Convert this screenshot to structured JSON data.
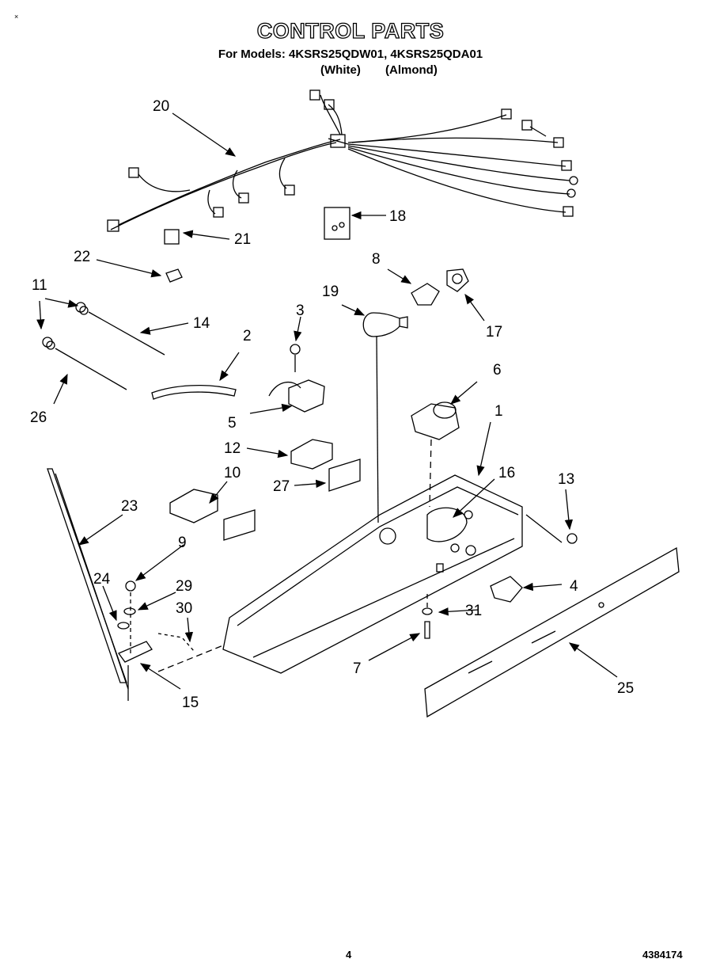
{
  "header": {
    "corner_mark": "×",
    "title": "CONTROL PARTS",
    "models_line": "For Models: 4KSRS25QDW01, 4KSRS25QDA01",
    "variant_white": "(White)",
    "variant_almond": "(Almond)"
  },
  "callouts": [
    "1",
    "2",
    "3",
    "4",
    "5",
    "6",
    "7",
    "8",
    "9",
    "10",
    "11",
    "12",
    "13",
    "14",
    "15",
    "16",
    "17",
    "18",
    "19",
    "20",
    "21",
    "22",
    "23",
    "24",
    "25",
    "26",
    "27",
    "29",
    "30",
    "31"
  ],
  "footer": {
    "page_number": "4",
    "doc_number": "4384174"
  }
}
